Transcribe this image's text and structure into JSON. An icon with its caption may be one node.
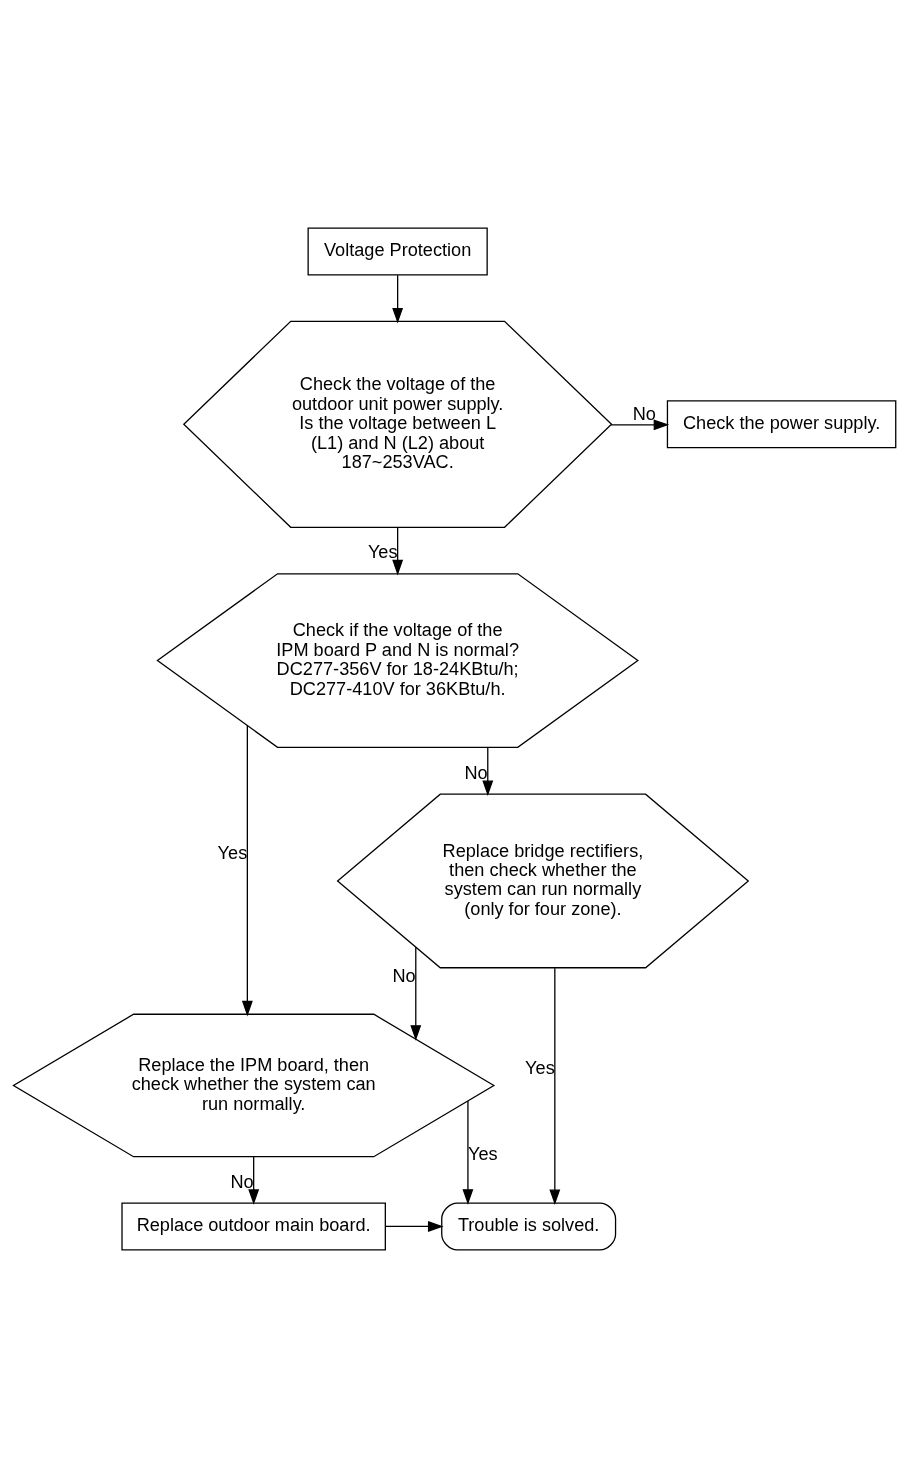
{
  "diagram": {
    "nodes": [
      {
        "text": [
          "Voltage Protection"
        ]
      },
      {
        "text": [
          "Check the voltage of the outdoor unit power supply. Is the voltage between L (L1) and N (L2) about 187~253VAC."
        ]
      },
      {
        "text": [
          "Check the power supply."
        ]
      },
      {
        "text": [
          "Check if the voltage of the IPM board P and N is normal? DC277-356V for 18-24KBtu/h; DC277-410V for 36KBtu/h."
        ]
      },
      {
        "text": [
          "Replace bridge rectifiers, then check whether the system can run normally (only for four zone)."
        ]
      },
      {
        "text": [
          "Replace the IPM board, then check whether the system can run normally."
        ]
      },
      {
        "text": [
          "Replace outdoor main board."
        ]
      },
      {
        "text": [
          "Trouble is solved."
        ]
      }
    ],
    "edges": [
      {
        "from": 0,
        "to": 1,
        "arrow": "to"
      },
      {
        "from": 1,
        "to": 2,
        "arrow": "to",
        "label": "No"
      },
      {
        "from": 1,
        "to": 3,
        "arrow": "to",
        "label": "Yes"
      },
      {
        "from": 3,
        "to": 4,
        "arrow": "to",
        "label": "No"
      },
      {
        "from": 3,
        "to": 5,
        "arrow": "to",
        "label": "Yes"
      },
      {
        "from": 4,
        "to": 5,
        "arrow": "to",
        "label": "No"
      },
      {
        "from": 4,
        "to": 7,
        "arrow": "to",
        "label": "Yes"
      },
      {
        "from": 5,
        "to": 7,
        "arrow": "to",
        "label": "Yes"
      },
      {
        "from": 5,
        "to": 6,
        "arrow": "to",
        "label": "No"
      },
      {
        "from": 6,
        "to": 7,
        "arrow": "to"
      }
    ]
  }
}
